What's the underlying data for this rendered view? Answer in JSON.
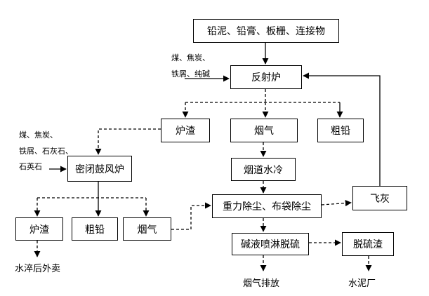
{
  "nodes": {
    "raw_materials": "铅泥、铅膏、板栅、连接物",
    "reverberatory_furnace": "反射炉",
    "slag_1": "炉渣",
    "flue_gas_1": "烟气",
    "crude_lead_1": "粗铅",
    "blast_furnace": "密闭鼓风炉",
    "flue_water_cooling": "烟道水冷",
    "dust_removal": "重力除尘、布袋除尘",
    "fly_ash": "飞灰",
    "slag_2": "炉渣",
    "crude_lead_2": "粗铅",
    "flue_gas_2": "烟气",
    "alkali_spray": "碱液喷淋脱硫",
    "desulfurization_slag": "脱硫渣"
  },
  "inputs": {
    "reverberatory_line1": "煤、焦炭、",
    "reverberatory_line2": "铁屑、纯碱",
    "blast_line1": "煤、焦炭、",
    "blast_line2": "铁屑、石灰石、",
    "blast_line3": "石英石"
  },
  "outputs": {
    "slag_sale": "水淬后外卖",
    "gas_emission": "烟气排放",
    "cement_plant": "水泥厂"
  }
}
